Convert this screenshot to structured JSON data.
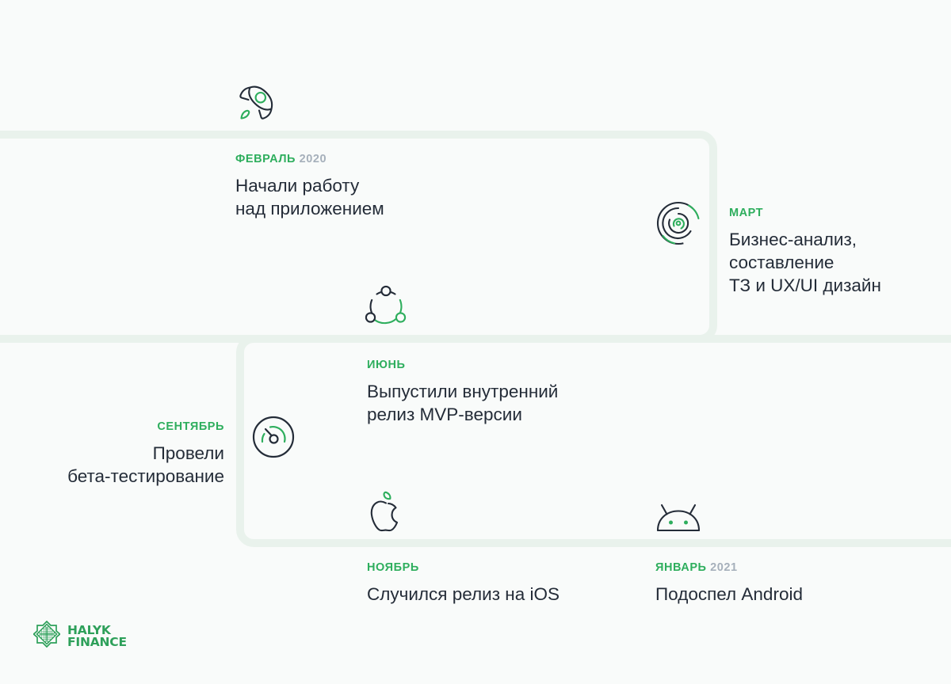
{
  "theme": {
    "background": "#f9fbfa",
    "accent_green": "#2eae5d",
    "panel_border": "#e9f2ec",
    "text_dark": "#242c38",
    "text_muted": "#a6b0bb"
  },
  "timeline": {
    "milestones": [
      {
        "id": "february",
        "month": "ФЕВРАЛЬ",
        "year": "2020",
        "title": "Начали работу\nнад приложением",
        "icon": "rocket-icon"
      },
      {
        "id": "march",
        "month": "МАРТ",
        "year": "",
        "title": "Бизнес-анализ,\nсоставление\nТЗ и UX/UI дизайн",
        "icon": "radar-icon"
      },
      {
        "id": "june",
        "month": "ИЮНЬ",
        "year": "",
        "title": "Выпустили внутренний\nрелиз MVP-версии",
        "icon": "network-icon"
      },
      {
        "id": "september",
        "month": "СЕНТЯБРЬ",
        "year": "",
        "title": "Провели\nбета-тестирование",
        "icon": "gauge-icon"
      },
      {
        "id": "november",
        "month": "НОЯБРЬ",
        "year": "",
        "title": "Случился релиз на iOS",
        "icon": "apple-icon"
      },
      {
        "id": "january",
        "month": "ЯНВАРЬ",
        "year": "2021",
        "title": "Подоспел Android",
        "icon": "android-icon"
      }
    ]
  },
  "logo": {
    "line_one": "HALYK",
    "line_two": "FINANCE",
    "emblem": "halyk-emblem-icon",
    "color": "#2ea05a"
  }
}
